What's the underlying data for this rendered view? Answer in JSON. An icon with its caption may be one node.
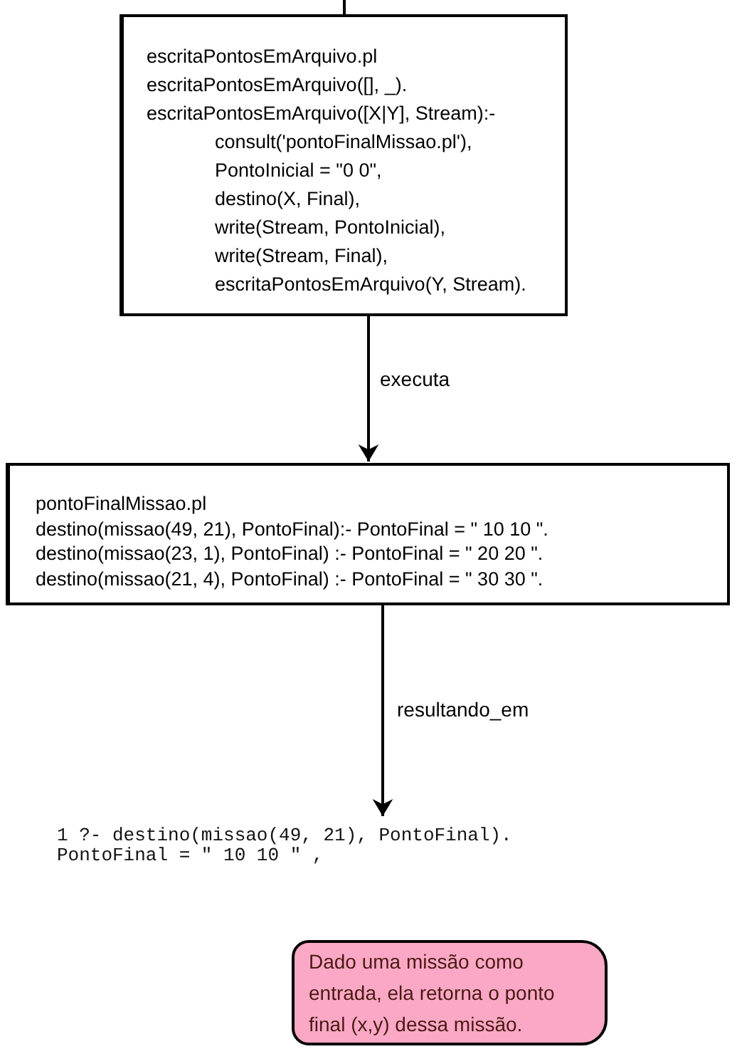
{
  "diagram": {
    "nodes": [
      {
        "text": [
          "escritaPontosEmArquivo.pl",
          "escritaPontosEmArquivo([], _).",
          "escritaPontosEmArquivo([X|Y], Stream):-",
          "consult('pontoFinalMissao.pl'),",
          "PontoInicial = \"0 0\",",
          "destino(X, Final),",
          "write(Stream, PontoInicial),",
          "write(Stream, Final),",
          "escritaPontosEmArquivo(Y, Stream)."
        ]
      },
      {
        "text": [
          "pontoFinalMissao.pl",
          "destino(missao(49, 21), PontoFinal):- PontoFinal = \" 10 10 \".",
          "destino(missao(23, 1), PontoFinal) :- PontoFinal = \" 20 20 \".",
          "destino(missao(21, 4), PontoFinal) :- PontoFinal = \" 30 30 \"."
        ]
      },
      {
        "text": [
          "1 ?- destino(missao(49, 21), PontoFinal).",
          "PontoFinal = \" 10 10 \" ,"
        ]
      },
      {
        "text": [
          "Dado uma missão como entrada, ela retorna o ponto final (x,y) dessa missão."
        ]
      }
    ],
    "edges": [
      {
        "from": null,
        "to": 0,
        "arrow": "none"
      },
      {
        "from": 0,
        "to": 1,
        "arrow": "to",
        "label": "executa"
      },
      {
        "from": 1,
        "to": 2,
        "arrow": "to",
        "label": "resultando_em"
      }
    ]
  }
}
